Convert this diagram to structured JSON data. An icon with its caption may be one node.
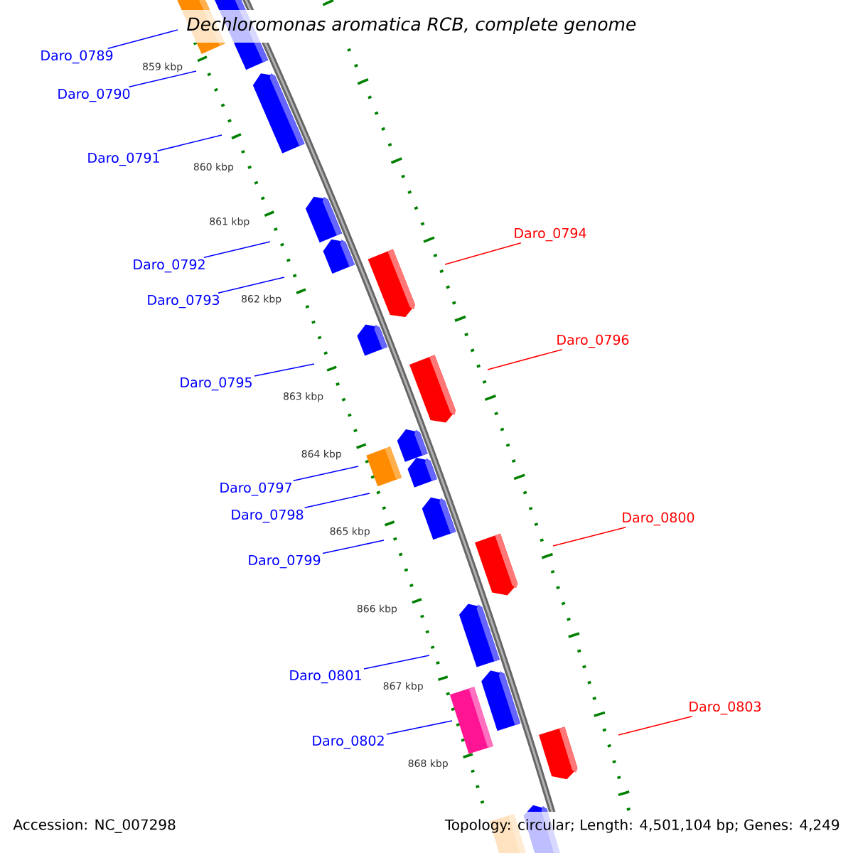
{
  "diagram": {
    "title": "Dechloromonas aromatica RCB, complete genome",
    "nodes": [
      {
        "text": [
          "Daro_0789"
        ]
      },
      {
        "text": [
          "Daro_0790"
        ]
      },
      {
        "text": [
          "Daro_0791"
        ]
      },
      {
        "text": [
          "Daro_0794"
        ]
      },
      {
        "text": [
          "Daro_0792"
        ]
      },
      {
        "text": [
          "Daro_0793"
        ]
      },
      {
        "text": [
          "Daro_0796"
        ]
      },
      {
        "text": [
          "Daro_0795"
        ]
      },
      {
        "text": [
          "Daro_0797"
        ]
      },
      {
        "text": [
          "Daro_0798"
        ]
      },
      {
        "text": [
          "Daro_0800"
        ]
      },
      {
        "text": [
          "Daro_0799"
        ]
      },
      {
        "text": [
          "Daro_0801"
        ]
      },
      {
        "text": [
          "Daro_0803"
        ]
      },
      {
        "text": [
          "Daro_0802"
        ]
      }
    ],
    "edges": [
      {
        "from": 0,
        "to": null,
        "arrow": "none"
      },
      {
        "from": 1,
        "to": null,
        "arrow": "none"
      },
      {
        "from": 2,
        "to": null,
        "arrow": "none"
      },
      {
        "from": 3,
        "to": null,
        "arrow": "none",
        "color": "#ff0000"
      },
      {
        "from": 4,
        "to": null,
        "arrow": "none"
      },
      {
        "from": 5,
        "to": null,
        "arrow": "none"
      },
      {
        "from": 6,
        "to": null,
        "arrow": "none",
        "color": "#ff0000"
      },
      {
        "from": 7,
        "to": null,
        "arrow": "none"
      },
      {
        "from": 8,
        "to": null,
        "arrow": "none"
      },
      {
        "from": 9,
        "to": null,
        "arrow": "none"
      },
      {
        "from": 10,
        "to": null,
        "arrow": "none",
        "color": "#ff0000"
      },
      {
        "from": 11,
        "to": null,
        "arrow": "none"
      },
      {
        "from": 12,
        "to": null,
        "arrow": "none"
      },
      {
        "from": 13,
        "to": null,
        "arrow": "none",
        "color": "#ff0000"
      },
      {
        "from": 14,
        "to": null,
        "arrow": "none"
      }
    ],
    "labels": [
      "859 kbp",
      "860 kbp",
      "861 kbp",
      "862 kbp",
      "863 kbp",
      "864 kbp",
      "865 kbp",
      "866 kbp",
      "867 kbp",
      "868 kbp",
      "Accession: NC_007298",
      "Topology: circular; Length: 4,501,104 bp; Genes: 4,249"
    ]
  }
}
